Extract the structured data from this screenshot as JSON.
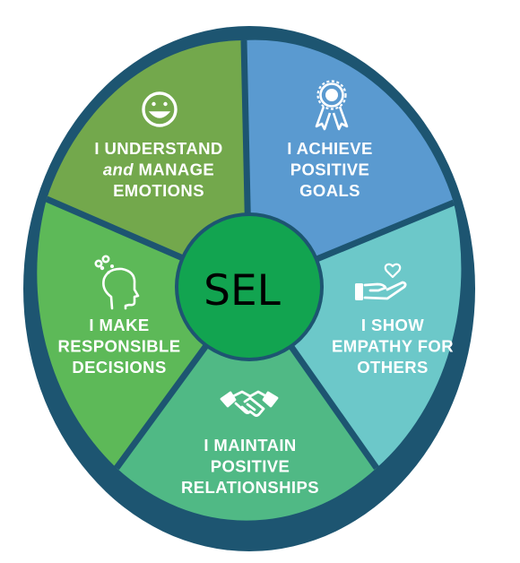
{
  "center": {
    "label": "SEL"
  },
  "segments": [
    {
      "id": "emotions",
      "color": "#73A84C",
      "icon": "smiley-face-icon",
      "lines": [
        {
          "parts": [
            {
              "text": "I UNDERSTAND",
              "italic": false
            }
          ]
        },
        {
          "parts": [
            {
              "text": "and",
              "italic": true
            },
            {
              "text": " MANAGE",
              "italic": false
            }
          ]
        },
        {
          "parts": [
            {
              "text": "EMOTIONS",
              "italic": false
            }
          ]
        }
      ]
    },
    {
      "id": "goals",
      "color": "#5A9AD0",
      "icon": "award-ribbon-icon",
      "lines": [
        {
          "parts": [
            {
              "text": "I ACHIEVE",
              "italic": false
            }
          ]
        },
        {
          "parts": [
            {
              "text": "POSITIVE",
              "italic": false
            }
          ]
        },
        {
          "parts": [
            {
              "text": "GOALS",
              "italic": false
            }
          ]
        }
      ]
    },
    {
      "id": "empathy",
      "color": "#6CC8C9",
      "icon": "hand-heart-icon",
      "lines": [
        {
          "parts": [
            {
              "text": "I SHOW",
              "italic": false
            }
          ]
        },
        {
          "parts": [
            {
              "text": "EMPATHY FOR",
              "italic": false
            }
          ]
        },
        {
          "parts": [
            {
              "text": "OTHERS",
              "italic": false
            }
          ]
        }
      ]
    },
    {
      "id": "relationships",
      "color": "#50B985",
      "icon": "handshake-icon",
      "lines": [
        {
          "parts": [
            {
              "text": "I MAINTAIN",
              "italic": false
            }
          ]
        },
        {
          "parts": [
            {
              "text": "POSITIVE",
              "italic": false
            }
          ]
        },
        {
          "parts": [
            {
              "text": "RELATIONSHIPS",
              "italic": false
            }
          ]
        }
      ]
    },
    {
      "id": "decisions",
      "color": "#5DB958",
      "icon": "thinking-head-icon",
      "lines": [
        {
          "parts": [
            {
              "text": "I MAKE",
              "italic": false
            }
          ]
        },
        {
          "parts": [
            {
              "text": "RESPONSIBLE",
              "italic": false
            }
          ]
        },
        {
          "parts": [
            {
              "text": "DECISIONS",
              "italic": false
            }
          ]
        }
      ]
    }
  ],
  "colors": {
    "outer_ring": "#1D5571",
    "divider": "#1D5571",
    "center_fill": "#12A450",
    "center_ring": "#1D5571",
    "text": "#FFFFFF"
  }
}
